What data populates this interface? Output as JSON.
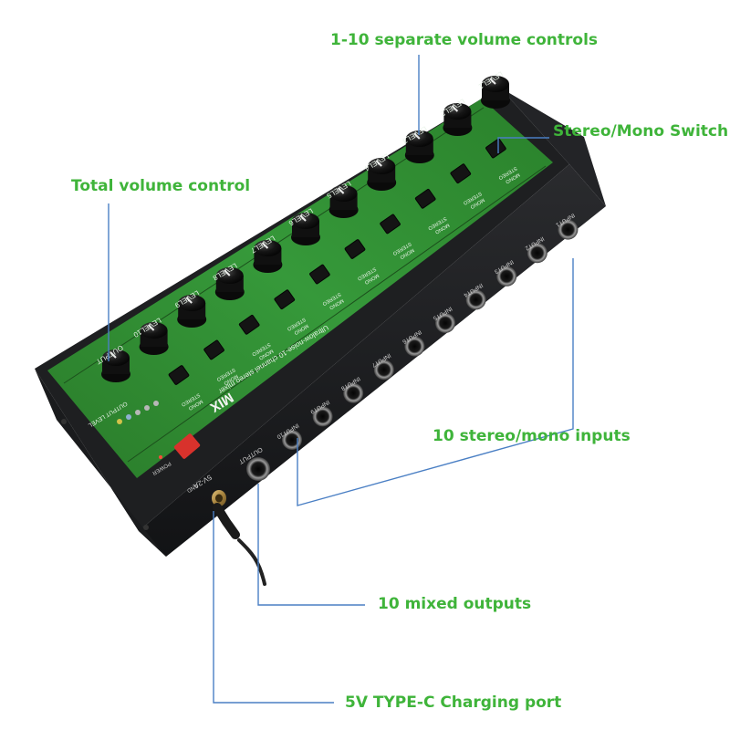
{
  "colors": {
    "callout_text": "#3fb43a",
    "leader_line": "#4a7fc4",
    "panel_green": "#2f8a2e",
    "chassis": "#1b1c1e",
    "power_button": "#d8322c"
  },
  "callouts": {
    "volume_controls": "1-10 separate volume controls",
    "stereo_mono_switch": "Stereo/Mono Switch",
    "total_volume": "Total volume control",
    "inputs": "10 stereo/mono inputs",
    "outputs": "10 mixed outputs",
    "charging_port": "5V TYPE-C Charging port"
  },
  "device": {
    "brand": "MIX",
    "model_text": "Ultralow-noise-10 channel stereo mixer",
    "power_label": "POWER",
    "dc_label": "5V-2A",
    "gnd_label": "GND",
    "output_label": "OUTPUT",
    "output_level_label": "OUTPUT LEVEL",
    "switch_labels": [
      "STEREO",
      "MONO"
    ],
    "input_labels": [
      "INPUT1",
      "INPUT2",
      "INPUT3",
      "INPUT4",
      "INPUT5",
      "INPUT6",
      "INPUT7",
      "INPUT8",
      "INPUT9",
      "INPUT10"
    ],
    "level_labels": [
      "LEVEL1",
      "LEVEL2",
      "LEVEL3",
      "LEVEL4",
      "LEVEL5",
      "LEVEL6",
      "LEVEL7",
      "LEVEL8",
      "LEVEL9",
      "LEVEL10"
    ],
    "knob_count": 11,
    "switch_count": 10
  }
}
